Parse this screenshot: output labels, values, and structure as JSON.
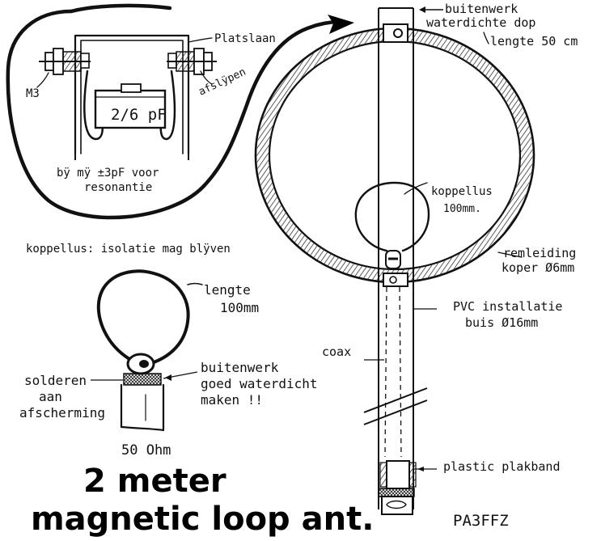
{
  "labels": {
    "buitenwerk_dop": [
      "buitenwerk",
      "waterdichte dop"
    ],
    "lengte_loop": "lengte 50 cm",
    "platslaan": "Platslaan",
    "m3": "M3",
    "afslijpen": "afslÿpen",
    "capacitor": "2/6 pF",
    "resonantie": [
      "bÿ mÿ ±3pF voor",
      "resonantie"
    ],
    "koppellus": [
      "koppellus",
      "100mm."
    ],
    "koppellus_isolatie": "koppellus: isolatie mag blÿven",
    "remleiding": [
      "remleiding",
      "koper Ø6mm"
    ],
    "lengte_lus": [
      "lengte",
      "100mm"
    ],
    "pvc": [
      "PVC installatie",
      "buis Ø16mm"
    ],
    "coax": "coax",
    "solderen": [
      "solderen",
      "aan",
      "afscherming"
    ],
    "buitenwerk_goed": [
      "buitenwerk",
      "goed waterdicht",
      "maken !!"
    ],
    "ohm": "50 Ohm",
    "plakband": "plastic plakband",
    "callsign": "PA3FFZ"
  },
  "title": {
    "line1": "2 meter",
    "line2": "magnetic loop ant."
  }
}
